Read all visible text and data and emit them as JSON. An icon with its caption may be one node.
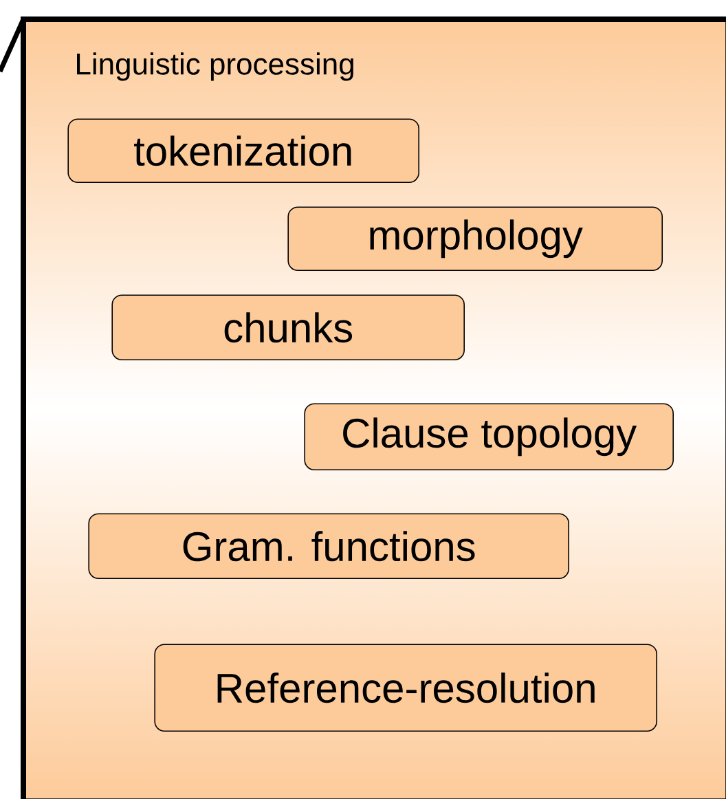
{
  "diagram": {
    "nodes": [
      {
        "text": [
          "Linguistic processing"
        ]
      },
      {
        "text": [
          "tokenization"
        ],
        "in": 0
      },
      {
        "text": [
          "morphology"
        ],
        "in": 0
      },
      {
        "text": [
          "chunks"
        ],
        "in": 0
      },
      {
        "text": [
          "Clause topology"
        ],
        "in": 0
      },
      {
        "text": [
          "Gram. functions"
        ],
        "in": 0
      },
      {
        "text": [
          "Reference-resolution"
        ],
        "in": 0
      }
    ]
  }
}
